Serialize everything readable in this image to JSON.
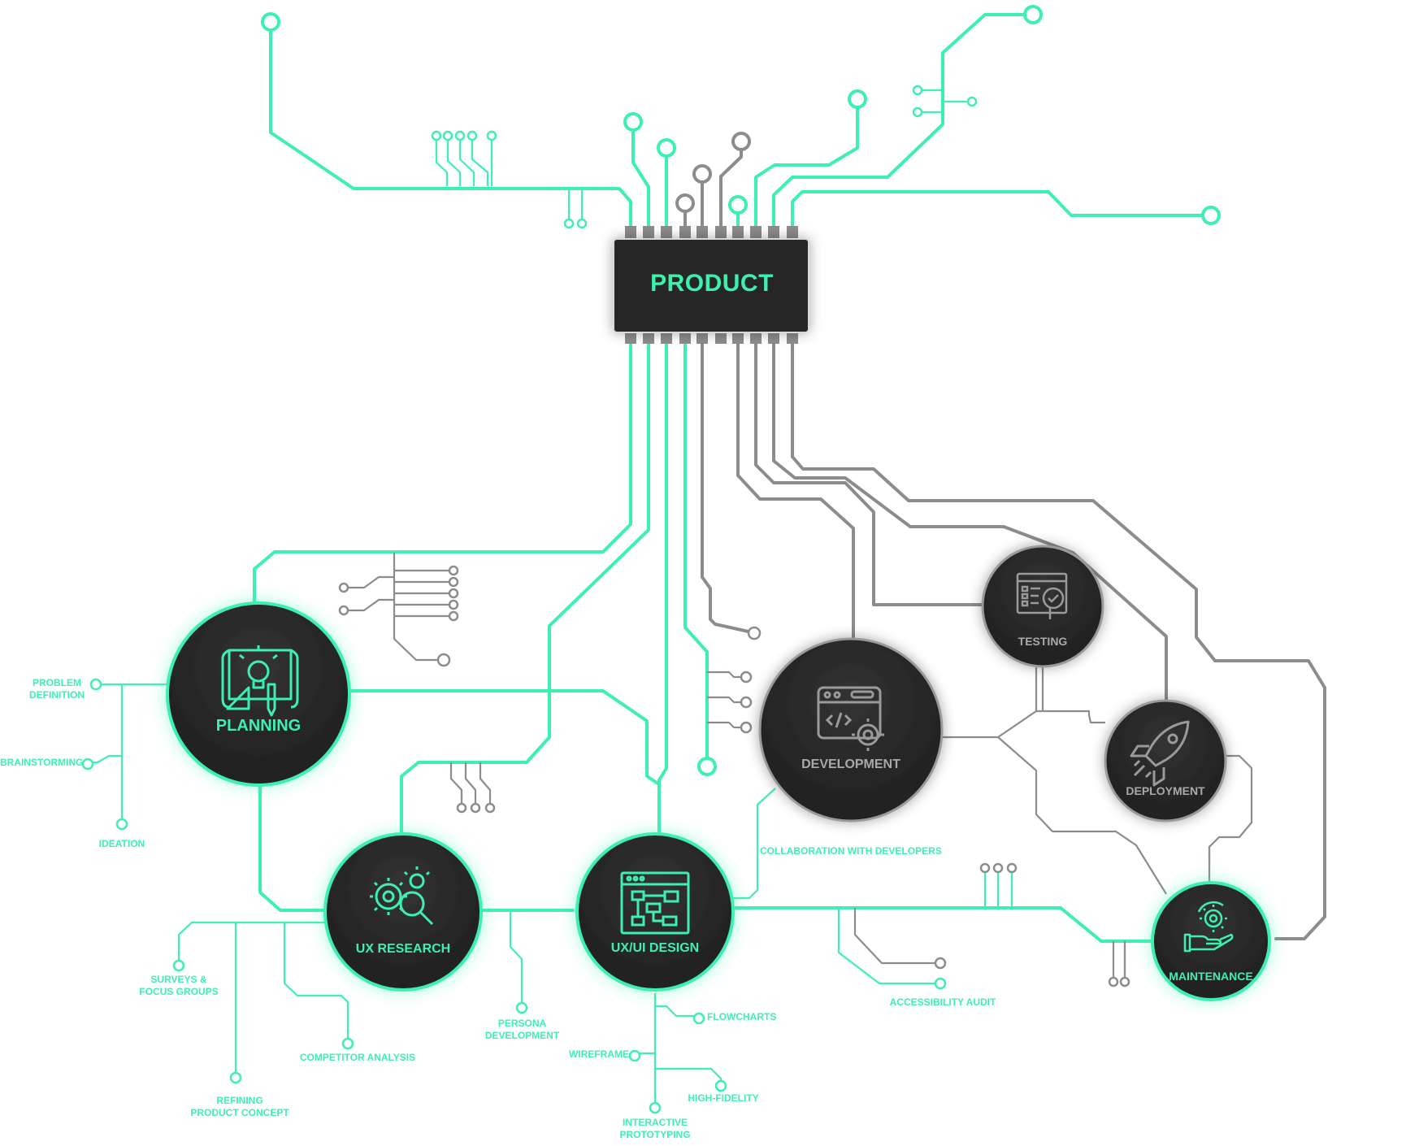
{
  "chip": {
    "label": "PRODUCT"
  },
  "nodes": {
    "planning": "PLANNING",
    "ux_research": "UX RESEARCH",
    "uxui_design": "UX/UI DESIGN",
    "development": "DEVELOPMENT",
    "testing": "TESTING",
    "deployment": "DEPLOYMENT",
    "maintenance": "MAINTENANCE"
  },
  "labels": {
    "problem_definition": "PROBLEM\nDEFINITION",
    "brainstorming": "BRAINSTORMING",
    "ideation": "IDEATION",
    "surveys": "SURVEYS &\nFOCUS GROUPS",
    "refining": "REFINING\nPRODUCT CONCEPT",
    "competitor": "COMPETITOR ANALYSIS",
    "persona": "PERSONA\nDEVELOPMENT",
    "flowcharts": "FLOWCHARTS",
    "wireframe": "WIREFRAME",
    "high_fidelity": "HIGH-FIDELITY",
    "interactive": "INTERACTIVE\nPROTOTYPING",
    "collaboration": "COLLABORATION WITH DEVELOPERS",
    "accessibility": "ACCESSIBILITY AUDIT"
  },
  "icons": {
    "planning": "blueprint-lightbulb-icon",
    "ux_research": "gear-magnifier-icon",
    "uxui_design": "flowchart-window-icon",
    "development": "code-window-gear-icon",
    "testing": "checklist-magnifier-icon",
    "deployment": "rocket-icon",
    "maintenance": "hand-gear-icon"
  },
  "colors": {
    "accent": "#3ef0b0",
    "inactive": "#8c8c8c",
    "node_fill": "#2b2b2b",
    "chip_fill": "#262626"
  }
}
